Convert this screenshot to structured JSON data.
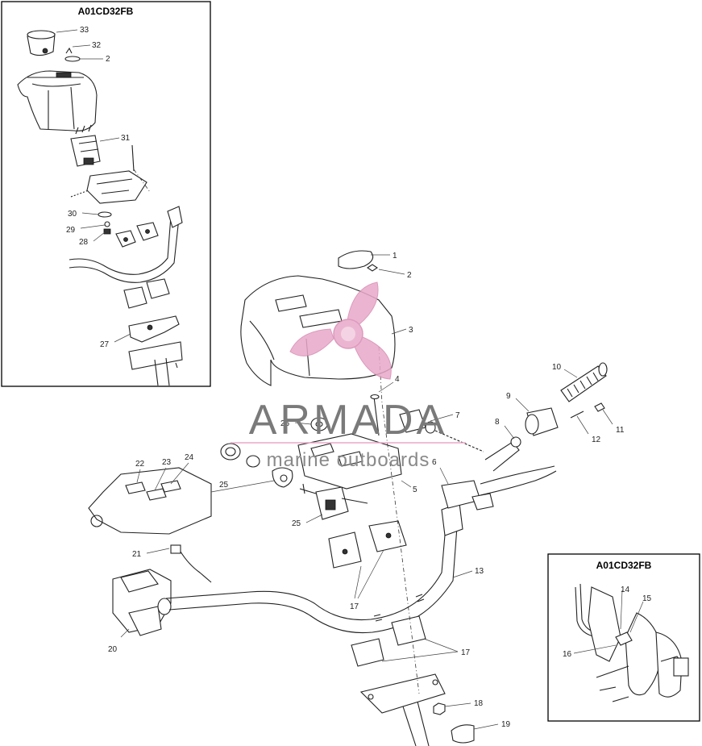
{
  "inset_top_left": {
    "title": "A01CD32FB"
  },
  "inset_bottom_right": {
    "title": "A01CD32FB"
  },
  "watermark": {
    "brand": "ARMADA",
    "tagline": "marine outboards",
    "accent_color": "#e8a9c9",
    "text_color": "#7a7a7a"
  },
  "callouts": {
    "c1": "1",
    "c2a": "2",
    "c2b": "2",
    "c3": "3",
    "c4": "4",
    "c5": "5",
    "c6": "6",
    "c7": "7",
    "c8": "8",
    "c9": "9",
    "c10": "10",
    "c11": "11",
    "c12": "12",
    "c13": "13",
    "c14": "14",
    "c15": "15",
    "c16": "16",
    "c17a": "17",
    "c17b": "17",
    "c18": "18",
    "c19": "19",
    "c20": "20",
    "c21": "21",
    "c22": "22",
    "c23": "23",
    "c24": "24",
    "c25a": "25",
    "c25b": "25",
    "c26": "26",
    "c27": "27",
    "c28": "28",
    "c29": "29",
    "c30": "30",
    "c31": "31",
    "c32": "32",
    "c33": "33"
  }
}
